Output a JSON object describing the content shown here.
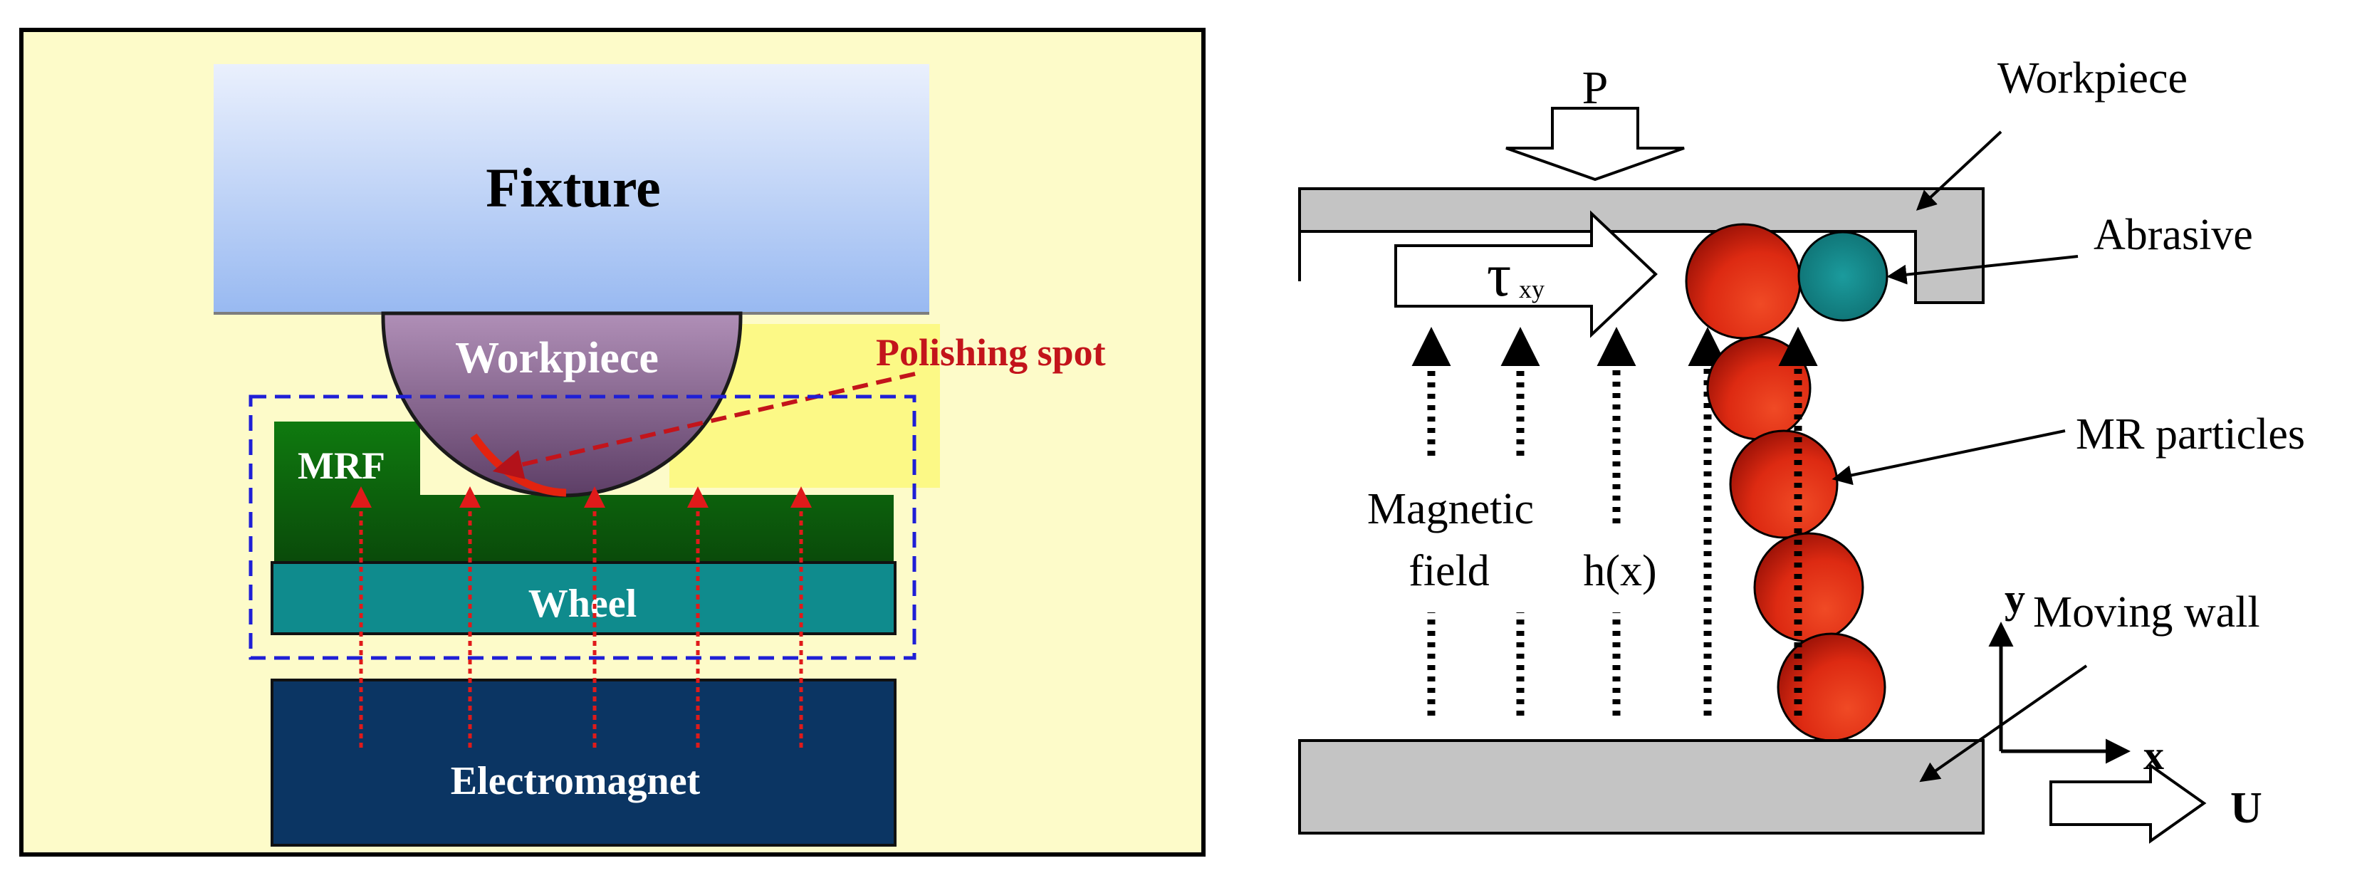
{
  "left_panel": {
    "fixture_label": "Fixture",
    "workpiece_label": "Workpiece",
    "polishing_spot_label": "Polishing spot",
    "mrf_label": "MRF",
    "wheel_label": "Wheel",
    "electromagnet_label": "Electromagnet"
  },
  "right_panel": {
    "pressure_label": "P",
    "workpiece_label": "Workpiece",
    "abrasive_label": "Abrasive",
    "mr_particles_label": "MR particles",
    "moving_wall_label": "Moving wall",
    "magnetic_field_label_line1": "Magnetic",
    "magnetic_field_label_line2": "field",
    "gap_label": "h(x)",
    "shear_stress_symbol": "τ",
    "shear_stress_subscript": "xy",
    "axis_y_label": "y",
    "axis_x_label": "x",
    "velocity_label": "U"
  },
  "colors": {
    "panel_background": "#fdfbc9",
    "fixture_top": "#e6eefd",
    "fixture_bottom": "#9cbcf2",
    "workpiece_dome": "#8a6b8f",
    "mrf_green": "#0e6b0e",
    "wheel_teal": "#0f8b8d",
    "electromagnet_navy": "#0b3563",
    "dashed_box_blue": "#1f1fd6",
    "field_arrow_red": "#e01a1a",
    "polishing_spot_red": "#c3141b",
    "wall_gray": "#c4c4c4",
    "mr_particle_red": "#e2321b",
    "abrasive_teal": "#138a8c"
  }
}
